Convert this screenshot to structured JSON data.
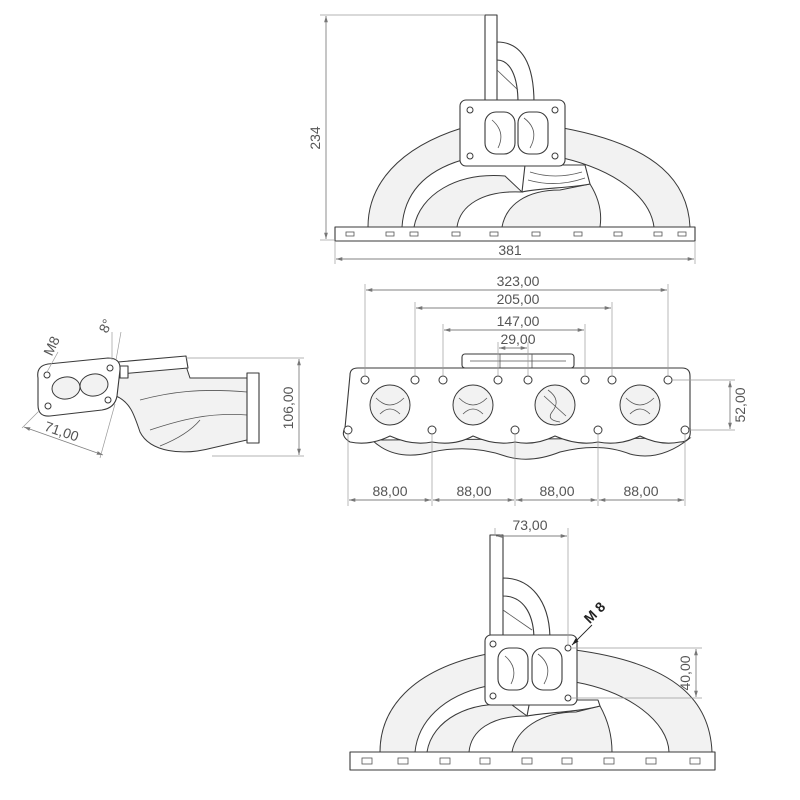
{
  "front_view": {
    "height": "234",
    "width": "381"
  },
  "plan_view": {
    "overall_bolt_span": "323,00",
    "outer_bolt_span": "205,00",
    "inner_bolt_span": "147,00",
    "center_span": "29,00",
    "flange_height": "52,00",
    "port_spacing": [
      "88,00",
      "88,00",
      "88,00",
      "88,00"
    ]
  },
  "side_view": {
    "thread": "M8",
    "angle": "8°",
    "flange_length": "71,00",
    "height": "106,00"
  },
  "rear_view": {
    "offset": "73,00",
    "thread": "M 8",
    "flange_height": "40,00"
  },
  "colors": {
    "line": "#3a3a3a",
    "dimension": "#808080",
    "text": "#555555"
  }
}
